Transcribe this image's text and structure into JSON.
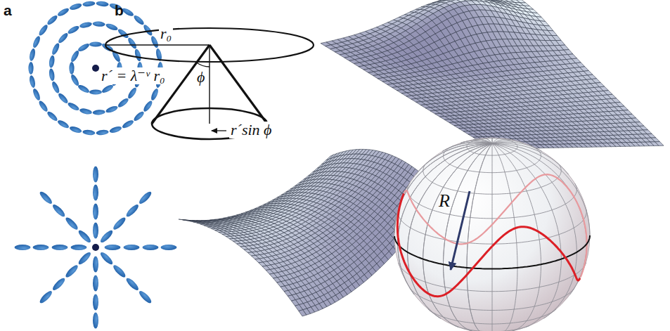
{
  "diagram": {
    "labels": [
      "a",
      "b",
      "r₀",
      "r´ = λ⁻ᵛ r₀",
      "ϕ",
      "r´sin ϕ",
      "R"
    ]
  }
}
